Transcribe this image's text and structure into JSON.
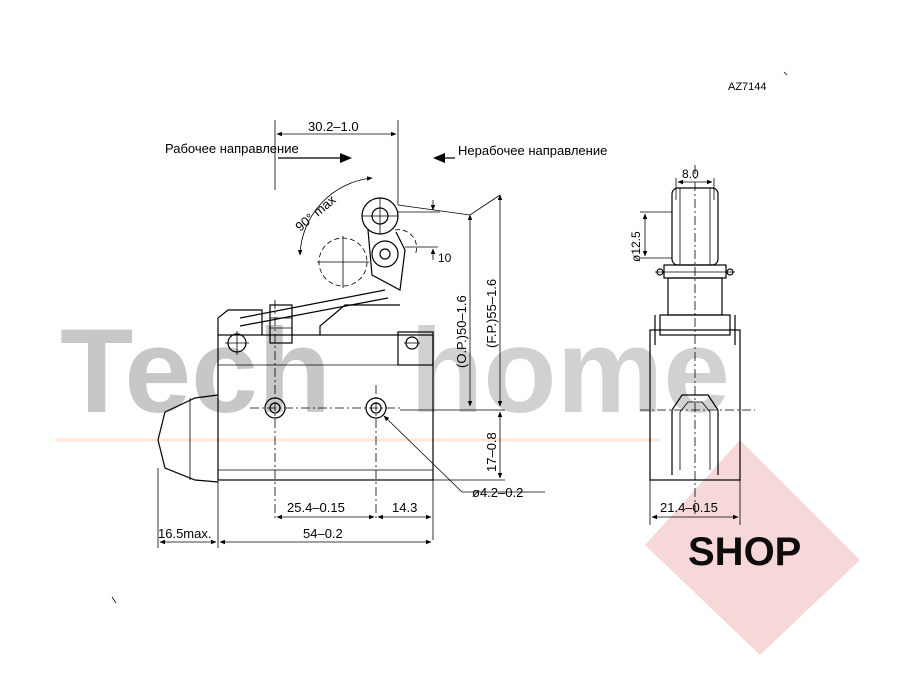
{
  "drawing": {
    "code": "AZ7144",
    "work_direction": "Рабочее  направление",
    "nonwork_direction": "Нерабочее  направление",
    "dimensions": {
      "arm": "30.2–1.0",
      "angle": "90°  max",
      "roller_offset": "10",
      "op": "(O.P.)50–1.6",
      "fp": "(F.P.)55–1.6",
      "mount_height": "17–0.8",
      "hole_spacing": "25.4–0.15",
      "hole_edge": "14.3",
      "hole_dia": "ø4.2–0.2",
      "body_length": "54–0.2",
      "plunger": "16.5max.",
      "roller_width": "8.0",
      "roller_dia": "ø12.5",
      "body_width": "21.4–0.15"
    }
  },
  "watermark": {
    "brand_left": "Tech",
    "brand_right": "home",
    "badge": "SHOP",
    "brand_color": "#f39c5e",
    "badge_color": "#d84f4f"
  }
}
